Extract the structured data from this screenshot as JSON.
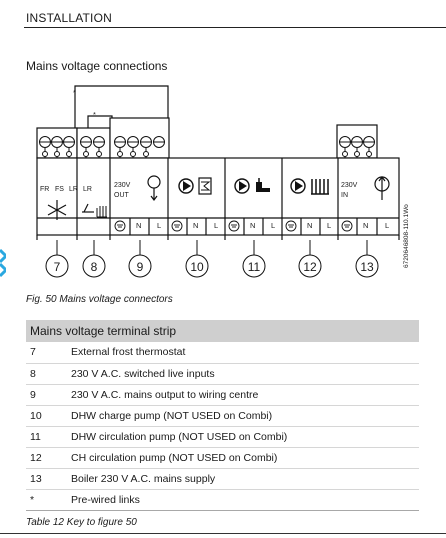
{
  "header": {
    "section_title": "INSTALLATION"
  },
  "subheading": "Mains voltage connections",
  "diagram": {
    "asterisk": "*",
    "terminal_labels": {
      "fr": "FR",
      "fs": "FS",
      "lr1": "LR",
      "lr2": "LR",
      "out_voltage": "230V",
      "out_word": "OUT",
      "in_voltage": "230V",
      "in_word": "IN",
      "n": "N",
      "l": "L"
    },
    "terminal_numbers": [
      "7",
      "8",
      "9",
      "10",
      "11",
      "12",
      "13"
    ],
    "side_code": "6720646808-110.1Wo"
  },
  "figure_caption": "Fig. 50 Mains voltage connectors",
  "key_table": {
    "header": "Mains voltage terminal strip",
    "rows": [
      {
        "num": "7",
        "desc": "External frost thermostat"
      },
      {
        "num": "8",
        "desc": "230 V A.C. switched live inputs"
      },
      {
        "num": "9",
        "desc": "230 V A.C. mains output to wiring centre"
      },
      {
        "num": "10",
        "desc": "DHW charge pump (NOT USED on Combi)"
      },
      {
        "num": "11",
        "desc": "DHW circulation pump (NOT USED on Combi)"
      },
      {
        "num": "12",
        "desc": "CH circulation pump (NOT USED on Combi)"
      },
      {
        "num": "13",
        "desc": "Boiler 230 V A.C. mains supply"
      },
      {
        "num": "*",
        "desc": "Pre-wired links"
      }
    ]
  },
  "table_caption": "Table 12 Key to figure 50",
  "colors": {
    "header_bg": "#cfcfcf",
    "accent_blue": "#2aa8e0"
  }
}
